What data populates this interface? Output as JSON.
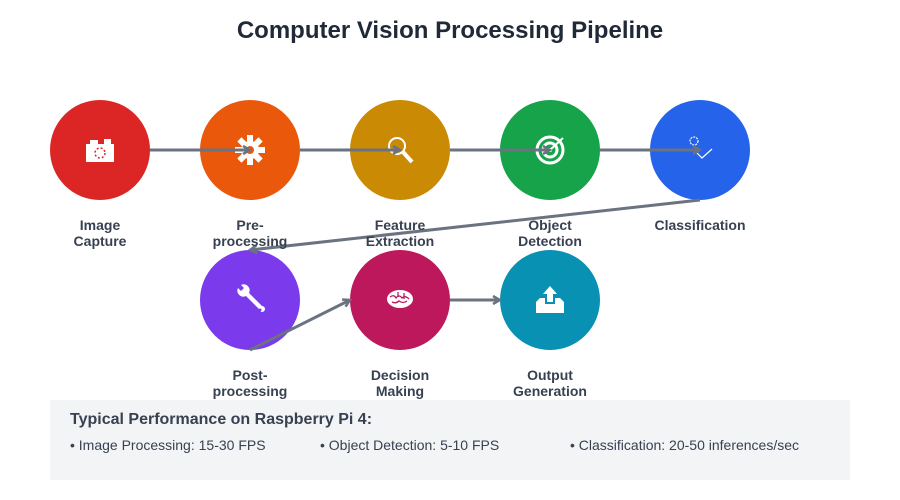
{
  "title": "Computer Vision Processing Pipeline",
  "nodes": [
    {
      "id": "image-capture",
      "label": "Image\nCapture",
      "color": "#dc2626",
      "icon": "camera-icon"
    },
    {
      "id": "pre-processing",
      "label": "Pre-\nprocessing",
      "color": "#ea580c",
      "icon": "gear-icon"
    },
    {
      "id": "feature-extraction",
      "label": "Feature\nExtraction",
      "color": "#ca8a04",
      "icon": "magnifier-icon"
    },
    {
      "id": "object-detection",
      "label": "Object\nDetection",
      "color": "#16a34a",
      "icon": "target-icon"
    },
    {
      "id": "classification",
      "label": "Classification",
      "color": "#2563eb",
      "icon": "checkmark-icon"
    },
    {
      "id": "post-processing",
      "label": "Post-\nprocessing",
      "color": "#7c3aed",
      "icon": "wrench-icon"
    },
    {
      "id": "decision-making",
      "label": "Decision\nMaking",
      "color": "#be185d",
      "icon": "brain-icon"
    },
    {
      "id": "output-generation",
      "label": "Output\nGeneration",
      "color": "#0891b2",
      "icon": "upload-tray-icon"
    }
  ],
  "edges": [
    {
      "from": "image-capture",
      "to": "pre-processing"
    },
    {
      "from": "pre-processing",
      "to": "feature-extraction"
    },
    {
      "from": "feature-extraction",
      "to": "object-detection"
    },
    {
      "from": "object-detection",
      "to": "classification"
    },
    {
      "from": "classification",
      "to": "post-processing"
    },
    {
      "from": "post-processing",
      "to": "decision-making"
    },
    {
      "from": "decision-making",
      "to": "output-generation"
    }
  ],
  "edge_color": "#6b7280",
  "performance": {
    "title": "Typical Performance on Raspberry Pi 4:",
    "stats": [
      "• Image Processing: 15-30 FPS",
      "• Object Detection: 5-10 FPS",
      "• Classification: 20-50 inferences/sec"
    ]
  }
}
